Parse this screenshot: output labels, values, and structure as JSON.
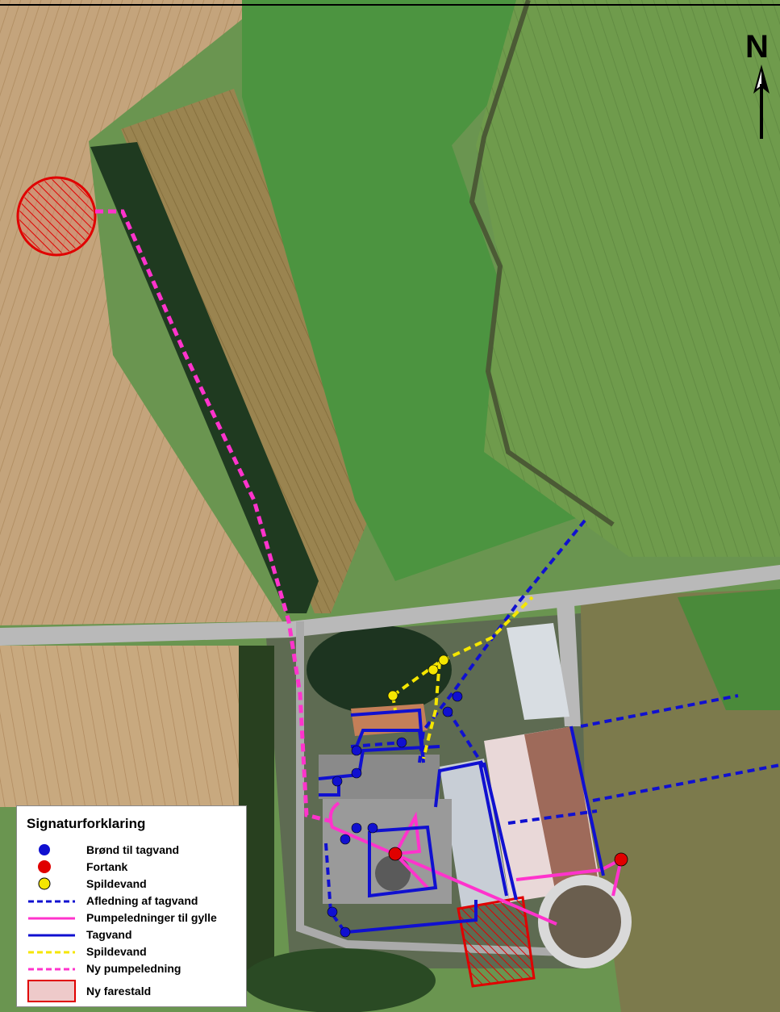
{
  "legend": {
    "title": "Signaturforklaring",
    "items": [
      {
        "key": "brond",
        "label": "Brønd til tagvand",
        "symbol": "circle",
        "color": "#1a1acc"
      },
      {
        "key": "fortank",
        "label": "Fortank",
        "symbol": "circle",
        "color": "#e00000"
      },
      {
        "key": "spildevand_pt",
        "label": "Spildevand",
        "symbol": "circle",
        "color": "#f5e600"
      },
      {
        "key": "afledning",
        "label": "Afledning af tagvand",
        "symbol": "dashed-line",
        "color": "#1010d0"
      },
      {
        "key": "pumpe",
        "label": "Pumpeledninger til gylle",
        "symbol": "solid-line",
        "color": "#ff33cc"
      },
      {
        "key": "tagvand",
        "label": "Tagvand",
        "symbol": "solid-line",
        "color": "#1010d0"
      },
      {
        "key": "spildevand_ln",
        "label": "Spildevand",
        "symbol": "dashed-line",
        "color": "#f5e600"
      },
      {
        "key": "ny_pumpe",
        "label": "Ny pumpeledning",
        "symbol": "dashed-line",
        "color": "#ff33cc"
      },
      {
        "key": "ny_farestald",
        "label": "Ny farestald",
        "symbol": "box",
        "color": "#e00000"
      }
    ]
  },
  "north_arrow": {
    "label": "N",
    "icon": "north-arrow-icon"
  },
  "colors": {
    "field_tan": "#c4a47c",
    "grass_green": "#5f9a4a",
    "road_gray": "#b9b9b9",
    "tree_dark": "#1f3a20",
    "blue": "#1010d0",
    "magenta": "#ff33cc",
    "yellow": "#f5e600",
    "red": "#e00000"
  }
}
